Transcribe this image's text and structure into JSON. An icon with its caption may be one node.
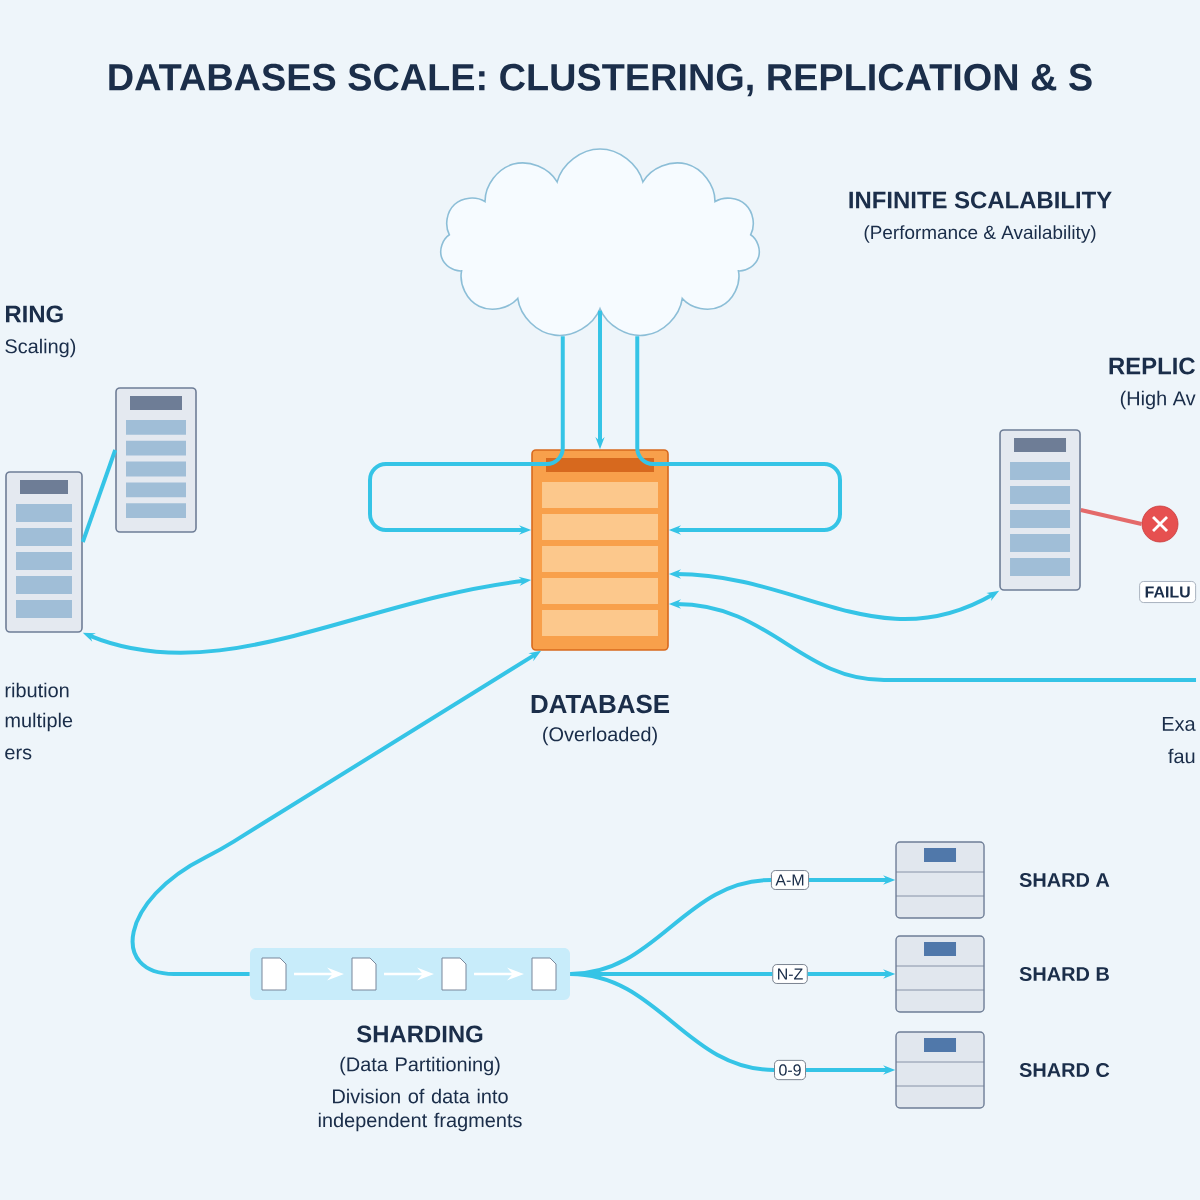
{
  "diagram": {
    "title": "DATABASES SCALE: CLUSTERING, REPLICATION & S",
    "nodes": [
      {
        "text": [],
        "shape": "cloud",
        "beside": [
          "INFINITE SCALABILITY",
          "(Performance & Availability)"
        ]
      },
      {
        "text": [
          "DATABASE",
          "(Overloaded)"
        ]
      },
      {
        "text": [],
        "shape": "picture"
      },
      {
        "text": [],
        "shape": "picture"
      },
      {
        "text": [],
        "shape": "picture"
      },
      {
        "text": [],
        "shape": "circle"
      },
      {
        "text": [
          "SHARDING",
          "(Data Partitioning)",
          "Division of data into independent fragments"
        ]
      },
      {
        "text": [
          "A-M"
        ]
      },
      {
        "text": [
          "N-Z"
        ]
      },
      {
        "text": [
          "0-9"
        ]
      },
      {
        "text": [
          "SHARD A"
        ]
      },
      {
        "text": [
          "SHARD B"
        ]
      },
      {
        "text": [
          "SHARD C"
        ]
      }
    ],
    "edges": [
      {
        "from": 0,
        "to": 1,
        "arrow": "to"
      },
      {
        "from": 0,
        "to": 1,
        "arrow": "to"
      },
      {
        "from": 0,
        "to": 1,
        "arrow": "to"
      },
      {
        "from": 2,
        "to": 1,
        "arrow": "both"
      },
      {
        "from": 3,
        "to": 2,
        "arrow": "none"
      },
      {
        "from": 6,
        "to": 1,
        "arrow": "to"
      },
      {
        "from": 1,
        "to": 4,
        "arrow": "both"
      },
      {
        "from": null,
        "to": 1,
        "arrow": "to"
      },
      {
        "from": 4,
        "to": 5,
        "arrow": "none",
        "color": "#e46a6a"
      },
      {
        "from": 6,
        "to": 7,
        "arrow": "none"
      },
      {
        "from": 6,
        "to": 8,
        "arrow": "none"
      },
      {
        "from": 6,
        "to": 9,
        "arrow": "none"
      },
      {
        "from": 7,
        "to": 10,
        "arrow": "to"
      },
      {
        "from": 8,
        "to": 11,
        "arrow": "to"
      },
      {
        "from": 9,
        "to": 12,
        "arrow": "to"
      }
    ],
    "labels": [
      "RING",
      "Scaling)",
      "ribution",
      "multiple",
      "ers",
      "REPLIC",
      "(High Av",
      "FAILU",
      "Exa",
      "fau"
    ]
  }
}
